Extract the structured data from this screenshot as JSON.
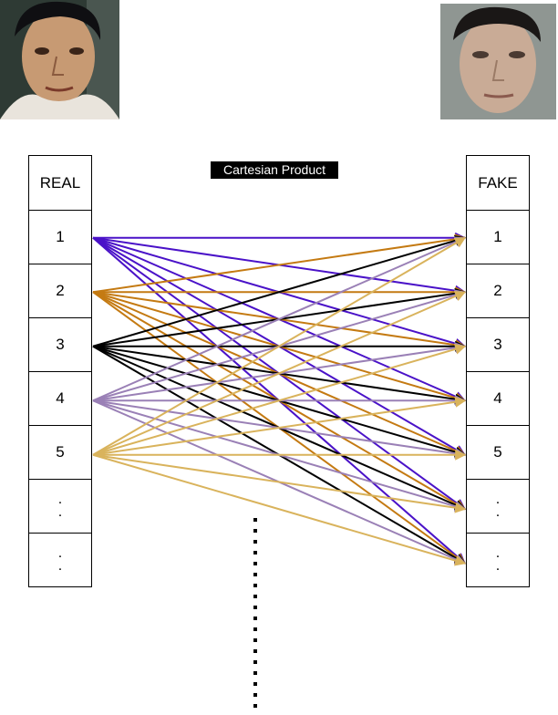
{
  "title": "Cartesian Product",
  "real": {
    "header": "REAL",
    "items": [
      "1",
      "2",
      "3",
      "4",
      "5"
    ],
    "ellipsis_rows": 2
  },
  "fake": {
    "header": "FAKE",
    "items": [
      "1",
      "2",
      "3",
      "4",
      "5"
    ],
    "ellipsis_rows": 2
  },
  "photos": {
    "real": "real-face-photo",
    "fake": "fake-face-photo"
  },
  "colors": {
    "source_1": "#4a12c8",
    "source_2": "#c47a12",
    "source_3": "#000000",
    "source_4": "#9a80b6",
    "source_5": "#d9b35c"
  },
  "edges": {
    "from": [
      "1",
      "2",
      "3",
      "4",
      "5"
    ],
    "to": [
      "1",
      "2",
      "3",
      "4",
      "5",
      ".",
      "."
    ]
  }
}
